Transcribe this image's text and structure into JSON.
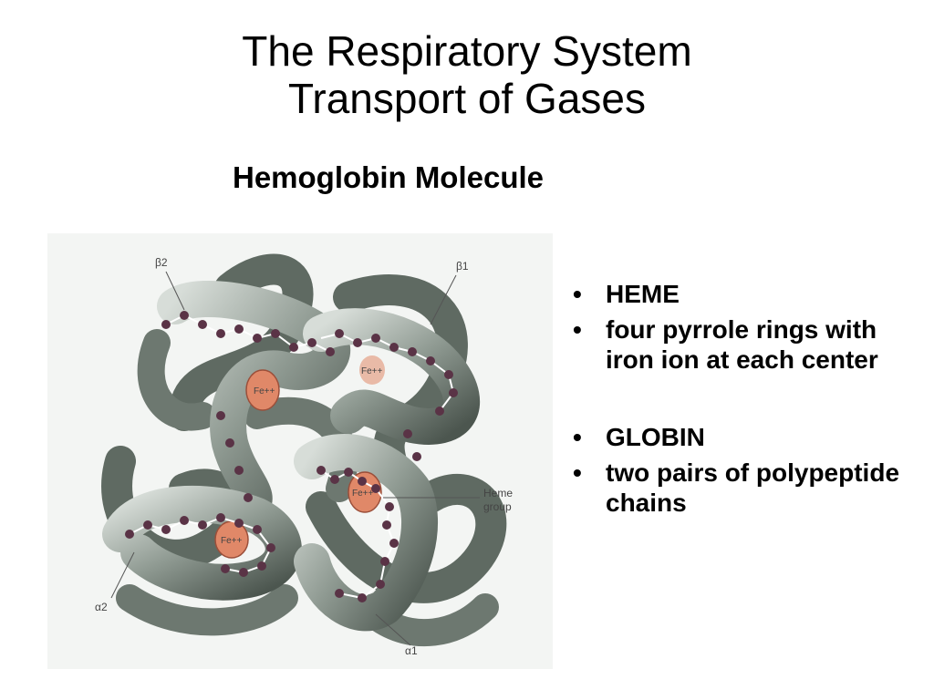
{
  "slide": {
    "title_line1": "The Respiratory System",
    "title_line2": "Transport of Gases",
    "subtitle": "Hemoglobin Molecule"
  },
  "figure": {
    "labels": {
      "beta2": "β2",
      "beta1": "β1",
      "alpha2": "α2",
      "alpha1": "α1",
      "heme_line1": "Heme",
      "heme_line2": "group",
      "iron": "Fe++"
    },
    "colors": {
      "ribbon_dark": "#5f6a62",
      "ribbon_light": "#c9d0cb",
      "atom": "#5a3346",
      "heme_disc": "#e08868"
    }
  },
  "bullets": {
    "group1": [
      {
        "text": "HEME"
      },
      {
        "text": "four pyrrole rings with iron ion at each center"
      }
    ],
    "group2": [
      {
        "text": "GLOBIN"
      },
      {
        "text": "two pairs of polypeptide chains"
      }
    ],
    "marker": "•"
  }
}
